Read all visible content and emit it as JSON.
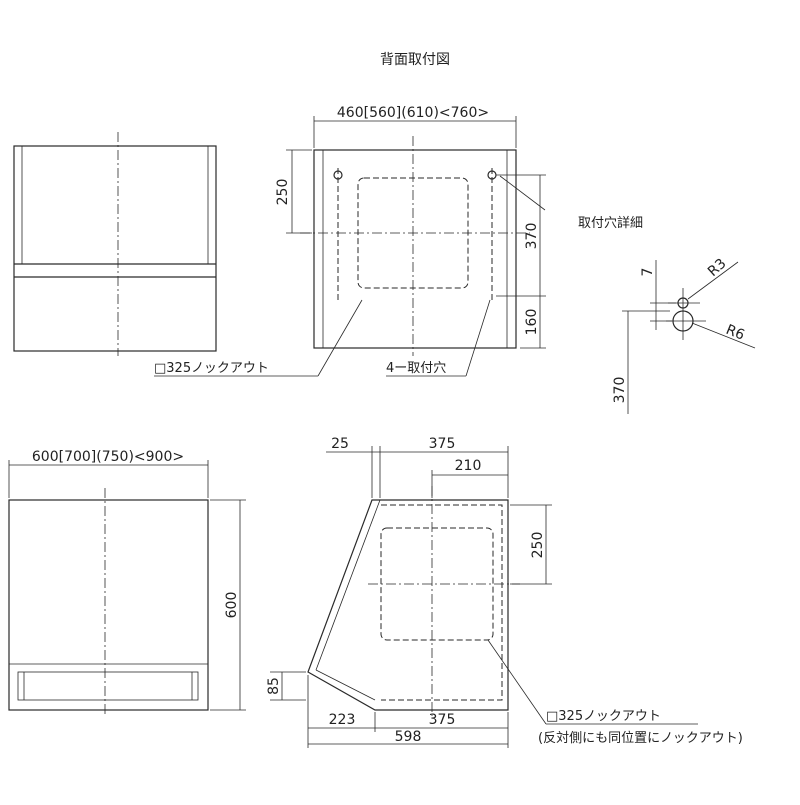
{
  "title": "背面取付図",
  "detail_title": "取付穴詳細",
  "rear_width_dim": "460[560](610)<760>",
  "dim_250_top": "250",
  "dim_370_right": "370",
  "dim_160": "160",
  "knockout_label_rear": "□325ノックアウト",
  "mount_holes_label": "4ー取付穴",
  "detail_7": "7",
  "detail_r3": "R3",
  "detail_r6": "R6",
  "detail_370": "370",
  "front_width_dim": "600[700](750)<900>",
  "front_height_dim": "600",
  "dim_85": "85",
  "side_25": "25",
  "side_375_top": "375",
  "side_210": "210",
  "side_250": "250",
  "side_223": "223",
  "side_375_bottom": "375",
  "side_598": "598",
  "knockout_label_side": "□325ノックアウト",
  "knockout_note_side": "(反対側にも同位置にノックアウト)"
}
